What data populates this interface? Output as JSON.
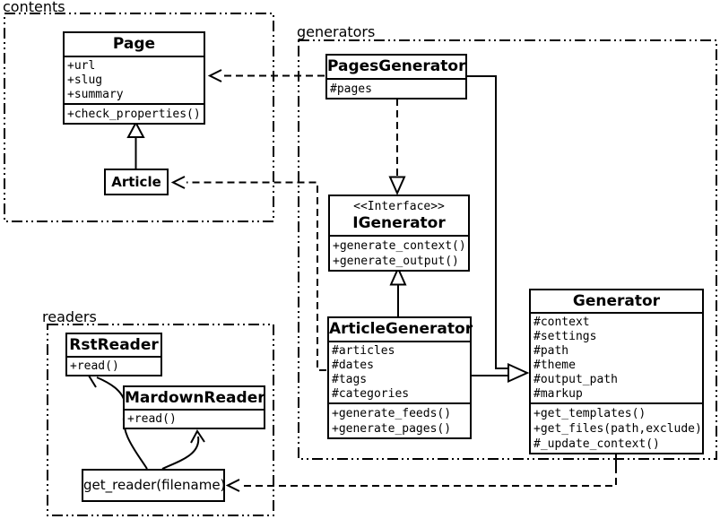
{
  "diagram": {
    "title": "Pelican UML class diagram",
    "colors": {
      "line": "#000000",
      "background": "#ffffff",
      "box_fill": "#ffffff"
    },
    "clusters": {
      "contents": {
        "label": "contents"
      },
      "generators": {
        "label": "generators"
      },
      "readers": {
        "label": "readers"
      }
    },
    "classes": {
      "page": {
        "title": "Page",
        "attributes": [
          "+url",
          "+slug",
          "+summary"
        ],
        "methods": [
          "+check_properties()"
        ]
      },
      "article": {
        "title": "Article"
      },
      "pages_generator": {
        "title": "PagesGenerator",
        "attributes": [
          "#pages"
        ]
      },
      "igenerator": {
        "stereotype": "<<Interface>>",
        "title": "IGenerator",
        "methods": [
          "+generate_context()",
          "+generate_output()"
        ]
      },
      "article_generator": {
        "title": "ArticleGenerator",
        "attributes": [
          "#articles",
          "#dates",
          "#tags",
          "#categories"
        ],
        "methods": [
          "+generate_feeds()",
          "+generate_pages()"
        ]
      },
      "generator": {
        "title": "Generator",
        "attributes": [
          "#context",
          "#settings",
          "#path",
          "#theme",
          "#output_path",
          "#markup"
        ],
        "methods": [
          "+get_templates()",
          "+get_files(path,exclude)",
          "#_update_context()"
        ]
      },
      "rst_reader": {
        "title": "RstReader",
        "methods": [
          "+read()"
        ]
      },
      "mardown_reader": {
        "title": "MardownReader",
        "methods": [
          "+read()"
        ]
      },
      "get_reader": {
        "title": "get_reader(filename)"
      }
    },
    "edges": [
      {
        "from": "Article",
        "to": "Page",
        "type": "generalization",
        "style": "solid-hollow-triangle"
      },
      {
        "from": "PagesGenerator",
        "to": "Page",
        "type": "dependency",
        "style": "dashed-open-arrow"
      },
      {
        "from": "ArticleGenerator",
        "to": "Article",
        "type": "dependency",
        "style": "dashed-open-arrow"
      },
      {
        "from": "PagesGenerator",
        "to": "IGenerator",
        "type": "realization",
        "style": "dashed-hollow-triangle"
      },
      {
        "from": "ArticleGenerator",
        "to": "IGenerator",
        "type": "generalization",
        "style": "solid-hollow-triangle"
      },
      {
        "from": "PagesGenerator",
        "to": "Generator",
        "type": "generalization",
        "style": "solid-hollow-triangle"
      },
      {
        "from": "ArticleGenerator",
        "to": "Generator",
        "type": "generalization",
        "style": "solid-hollow-triangle"
      },
      {
        "from": "Generator",
        "to": "get_reader(filename)",
        "type": "dependency",
        "style": "dashed-open-arrow"
      },
      {
        "from": "get_reader(filename)",
        "to": "RstReader",
        "type": "reference",
        "style": "curved-open-arrow"
      },
      {
        "from": "get_reader(filename)",
        "to": "MardownReader",
        "type": "reference",
        "style": "curved-open-arrow"
      }
    ]
  }
}
